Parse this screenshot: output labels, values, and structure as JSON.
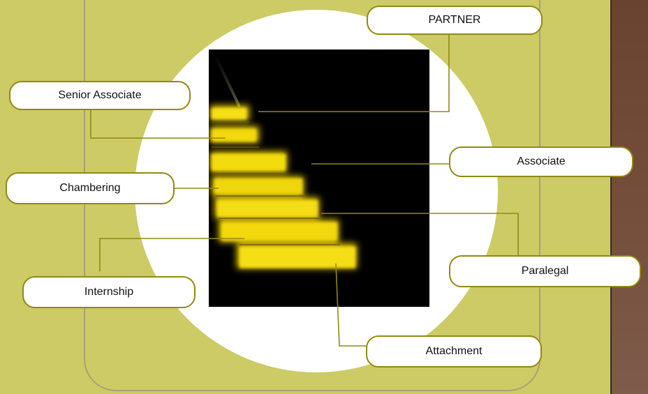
{
  "diagram": {
    "labels": {
      "partner": "PARTNER",
      "senior_associate": "Senior Associate",
      "associate": "Associate",
      "chambering": "Chambering",
      "paralegal": "Paralegal",
      "internship": "Internship",
      "attachment": "Attachment"
    },
    "image": "yellow-glowing-staircase",
    "colors": {
      "background": "#cccb66",
      "label_border": "#8f8a10",
      "connector": "#8f8a10",
      "circle": "#ffffff",
      "side_bar": "#6a4330",
      "step_glow": "#ffe000"
    }
  }
}
